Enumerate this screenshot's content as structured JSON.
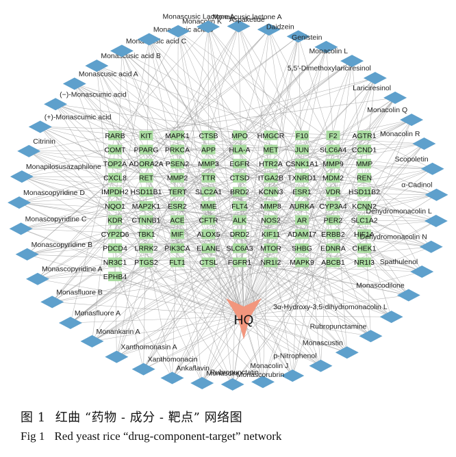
{
  "network": {
    "hub": {
      "label": "HQ",
      "color": "#f2967d"
    },
    "colors": {
      "diamond": "#5ea0cc",
      "gene": "#a9dba0",
      "edge": "#9a9a9a"
    },
    "components": [
      "Monacolin J",
      "Rubropunctatin",
      "Monascorubrin",
      "Monascin",
      "Ankaflavin",
      "Xanthomonacin",
      "Xanthomonasin A",
      "Monankarin A",
      "Monasfluore A",
      "Monasfluore B",
      "Monascopyridine A",
      "Monascopyridine B",
      "Monascopyridine C",
      "Monascopyridine D",
      "Monapilosusazaphilone",
      "Citrinin",
      "(+)-Monascumic acid",
      "(−)-Monascumic acid",
      "Monascusic acid A",
      "Monascusic acid B",
      "Monascusic acid C",
      "Monascusic acid D",
      "Monacolin K",
      "Monascusic lactone A",
      "Monascusic Lactone A",
      "Aspaketide",
      "Daidzein",
      "Genistein",
      "Monacolin L",
      "5,5′-Dimethoxylariciresinol",
      "Lariciresinol",
      "Monacolin Q",
      "Monacolin R",
      "Scopoletin",
      "α-Cadinol",
      "Dehydromonacolin L",
      "Dehydromonacolin N",
      "Spathulenol",
      "Monascodilone",
      "3α-Hydroxy-3,5-dihydromonacolin L",
      "Rubropunctamine",
      "Monascustin",
      "p-Nitrophenol"
    ],
    "targets": [
      [
        "RARB",
        "KIT",
        "MAPK1",
        "CTSB",
        "MPO",
        "HMGCR",
        "F10",
        "F2",
        "AGTR1"
      ],
      [
        "COMT",
        "PPARG",
        "PRKCA",
        "APP",
        "HLA-A",
        "MET",
        "JUN",
        "SLC6A4",
        "CCND1"
      ],
      [
        "TOP2A",
        "ADORA2A",
        "PSEN2",
        "MMP3",
        "EGFR",
        "HTR2A",
        "CSNK1A1",
        "MMP9",
        "MMP"
      ],
      [
        "CXCL8",
        "RET",
        "MMP2",
        "TTR",
        "CTSD",
        "ITGA2B",
        "TXNRD1",
        "MDM2",
        "REN"
      ],
      [
        "IMPDH2",
        "HSD11B1",
        "TERT",
        "SLC2A1",
        "BRD2",
        "KCNN3",
        "ESR1",
        "VDR",
        "HSD11B2"
      ],
      [
        "NQO1",
        "MAP2K1",
        "ESR2",
        "MME",
        "FLT4",
        "MMP8",
        "AURKA",
        "CYP3A4",
        "KCNN2"
      ],
      [
        "KDR",
        "CTNNB1",
        "ACE",
        "CFTR",
        "ALK",
        "NOS2",
        "AR",
        "PER2",
        "SLC1A2"
      ],
      [
        "CYP2D6",
        "TBK1",
        "MIF",
        "ALOX5",
        "DRD2",
        "KIF11",
        "ADAM17",
        "ERBB2",
        "HIF1A"
      ],
      [
        "PDCD4",
        "LRRK2",
        "PIK3CA",
        "ELANE",
        "SLC6A3",
        "MTOR",
        "SHBG",
        "EDNRA",
        "CHEK1"
      ],
      [
        "NR3C1",
        "PTGS2",
        "FLT1",
        "CTSL",
        "FGFR1",
        "NR1I2",
        "MAPK9",
        "ABCB1",
        "NR1I3"
      ],
      [
        "EPHB4"
      ]
    ]
  },
  "caption": {
    "cn_num": "图 1",
    "cn_text": "红曲 “药物 - 成分 - 靶点” 网络图",
    "en_num": "Fig 1",
    "en_text": "Red yeast rice “drug-component-target” network"
  }
}
